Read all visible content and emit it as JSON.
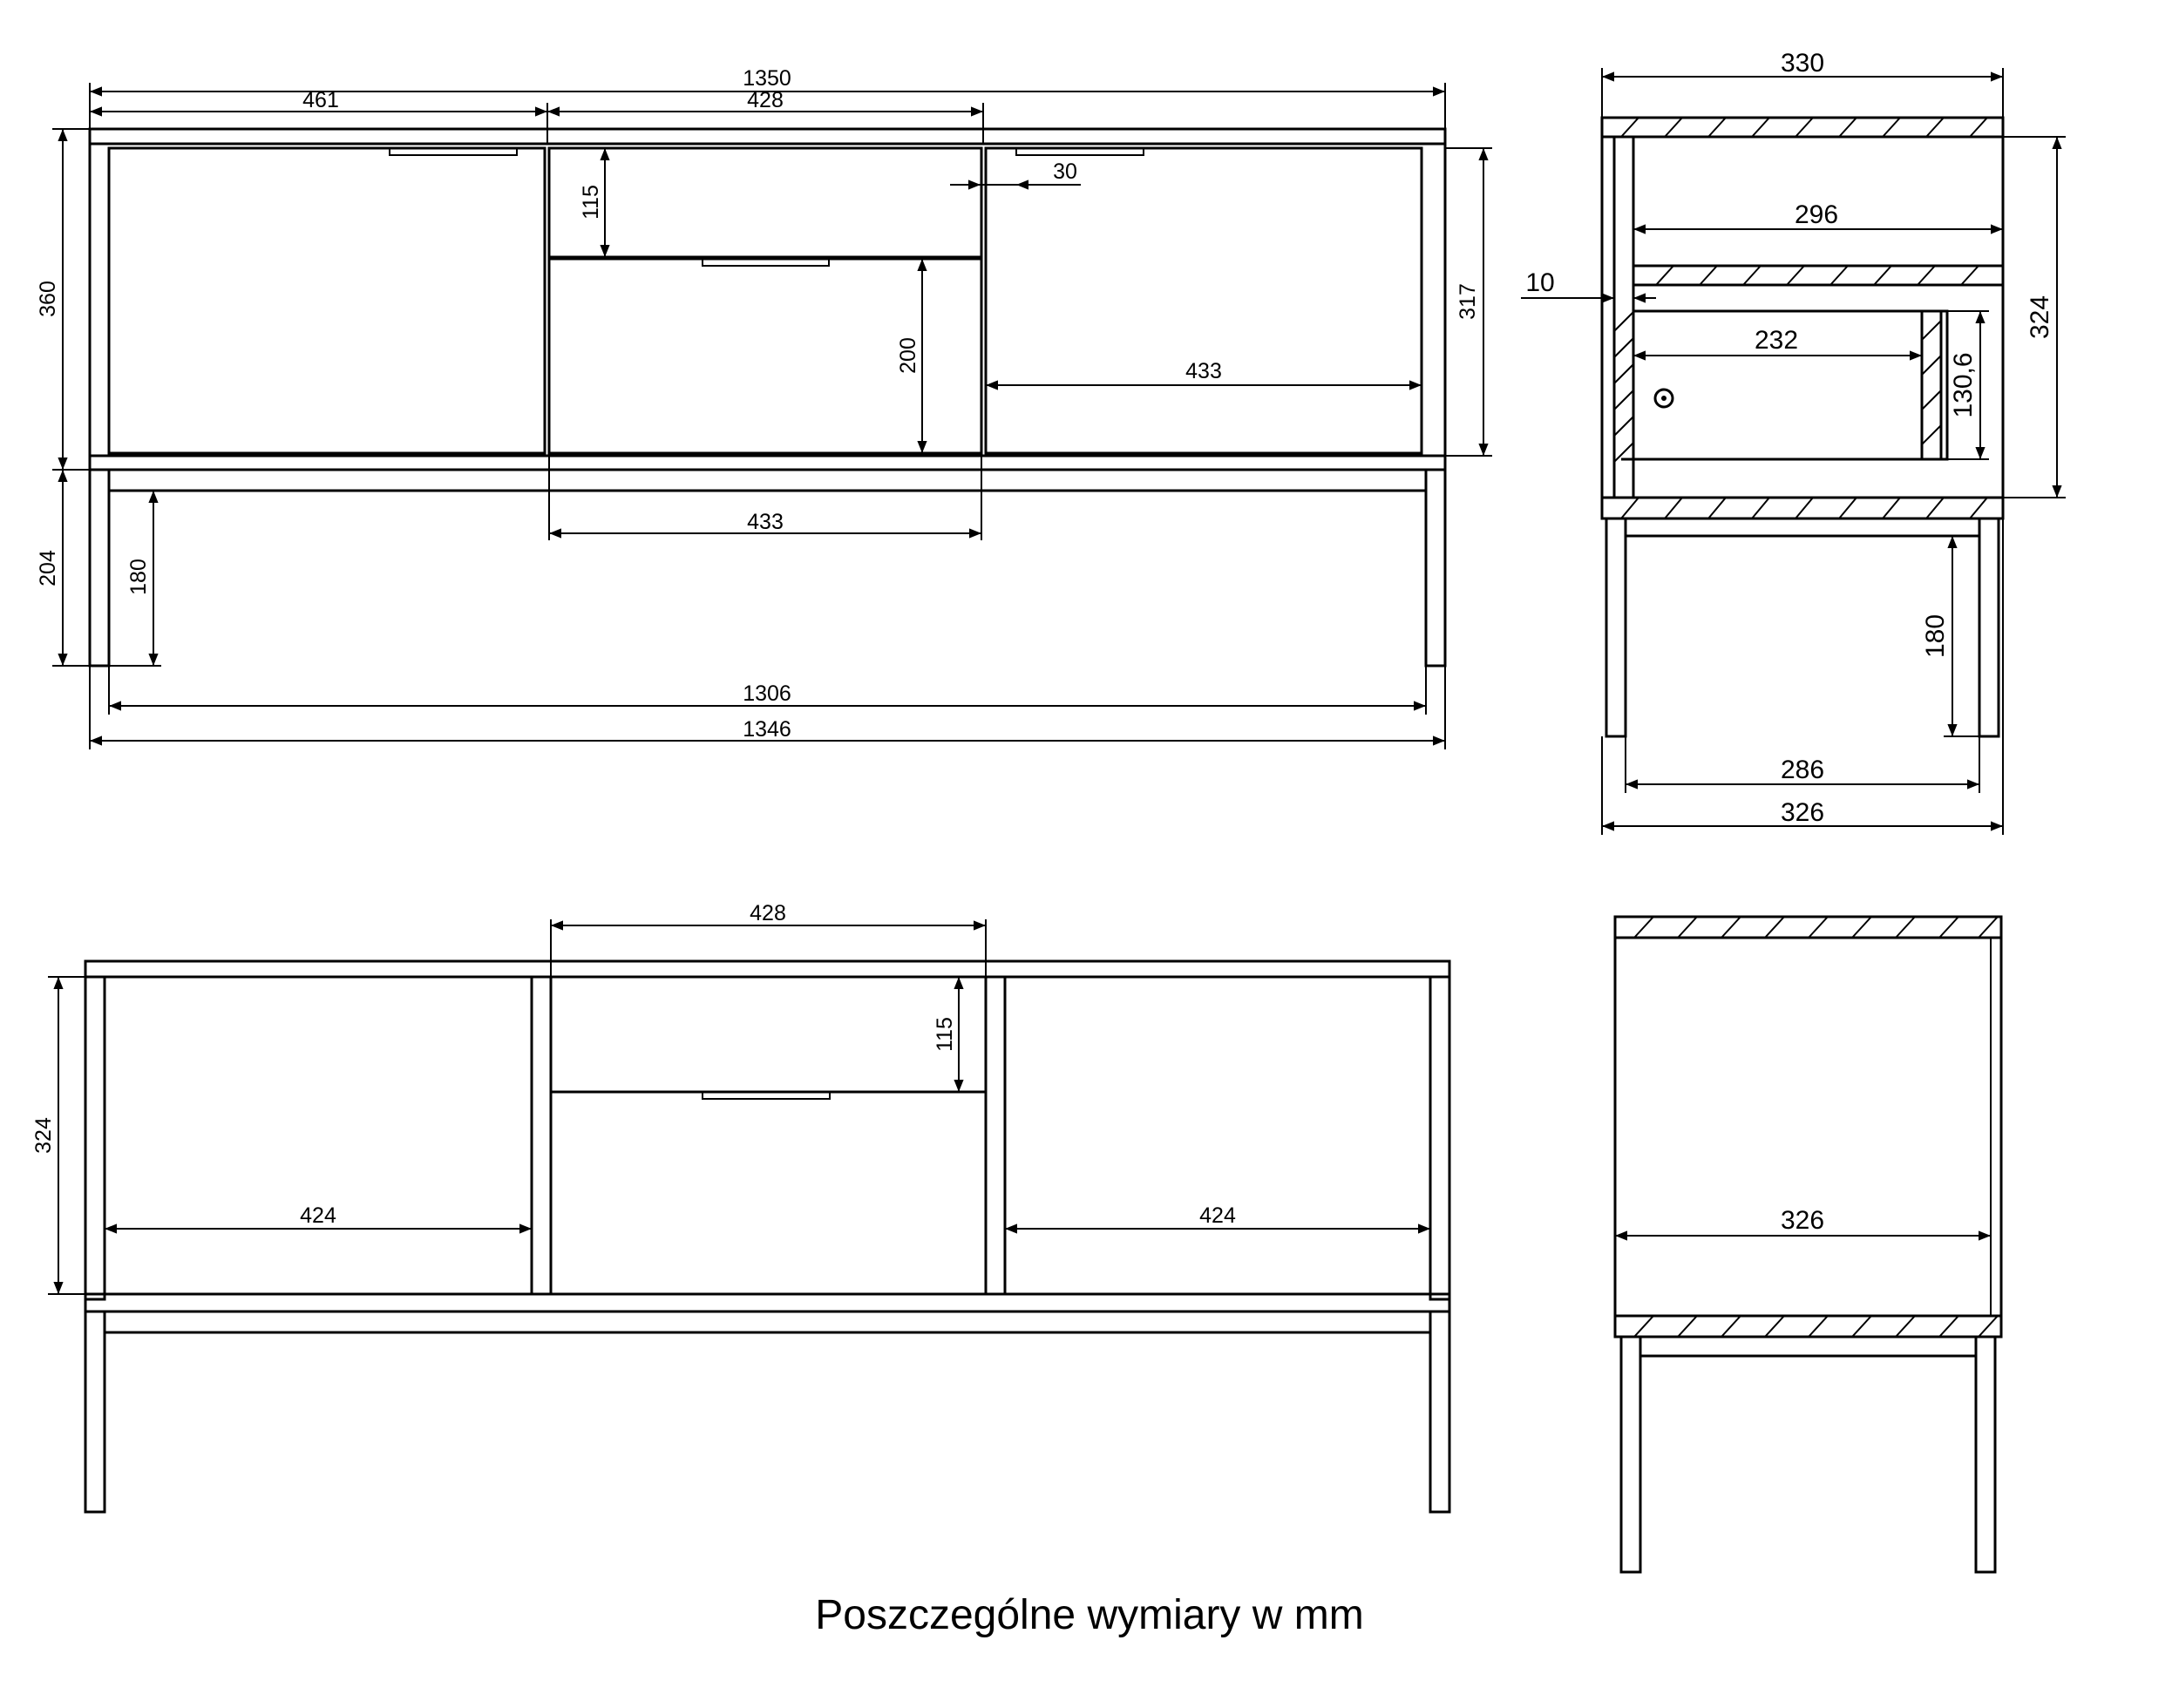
{
  "caption": "Poszczególne wymiary w mm",
  "front_view": {
    "overall_width_top": "1350",
    "left_door_width": "461",
    "center_width_top": "428",
    "handle_offset": "30",
    "upper_drawer_height": "115",
    "lower_drawer_height": "200",
    "cabinet_height": "360",
    "inner_height_right": "317",
    "right_opening_width": "433",
    "center_opening_width": "433",
    "leg_height_total": "204",
    "leg_height_clear": "180",
    "width_between_legs": "1306",
    "overall_width_bottom": "1346"
  },
  "side_section": {
    "depth_top": "330",
    "shelf_depth": "296",
    "board_thickness": "10",
    "drawer_depth": "232",
    "drawer_height": "130,6",
    "body_height": "324",
    "leg_height": "180",
    "depth_between_legs": "286",
    "depth_bottom": "326"
  },
  "front_open_view": {
    "center_width": "428",
    "upper_drawer_height": "115",
    "body_height": "324",
    "left_opening_width": "424",
    "right_opening_width": "424"
  },
  "side_open_view": {
    "inner_depth": "326"
  }
}
